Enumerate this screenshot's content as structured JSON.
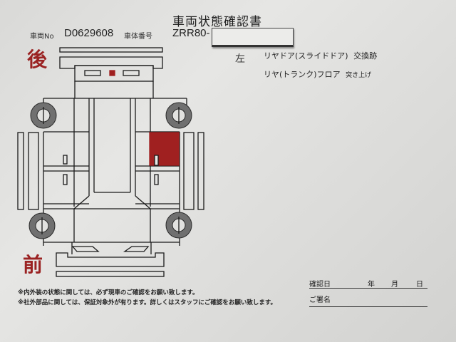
{
  "document": {
    "title": "車両状態確認書",
    "vehicle_no_label": "車両No",
    "vehicle_no": "D0629608",
    "chassis_no_label": "車体番号",
    "chassis_no": "ZRR80-",
    "chassis_no_redacted": true
  },
  "directions": {
    "rear": "後",
    "front": "前"
  },
  "damage_notes": {
    "side": "左",
    "items": [
      {
        "part": "リヤドア(スライドドア)",
        "condition": "交換跡"
      },
      {
        "part": "リヤ(トランク)フロア",
        "condition": "突き上げ"
      }
    ]
  },
  "diagram": {
    "marked_color": "#a02020",
    "marked_areas": [
      "left-rear-door-panel",
      "rear-trunk-floor"
    ]
  },
  "disclaimers": [
    "※内外装の状態に関しては、必ず現車のご確認をお願い致します。",
    "※社外部品に関しては、保証対象外が有ります。詳しくはスタッフにご確認をお願い致します。"
  ],
  "confirmation": {
    "date_label": "確認日",
    "year": "年",
    "month": "月",
    "day": "日",
    "signature_label": "ご署名"
  }
}
